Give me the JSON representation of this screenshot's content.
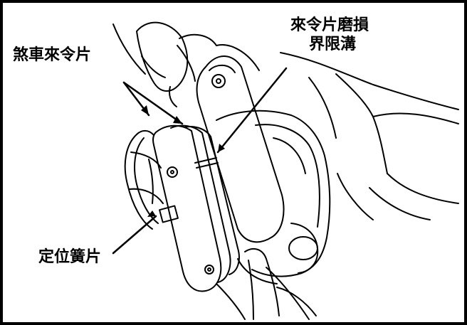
{
  "labels": {
    "brake_pad": "煞車來令片",
    "wear_groove_line1": "來令片磨損",
    "wear_groove_line2": "界限溝",
    "retainer_spring": "定位簧片"
  },
  "colors": {
    "ink": "#000000",
    "paper": "#ffffff"
  }
}
